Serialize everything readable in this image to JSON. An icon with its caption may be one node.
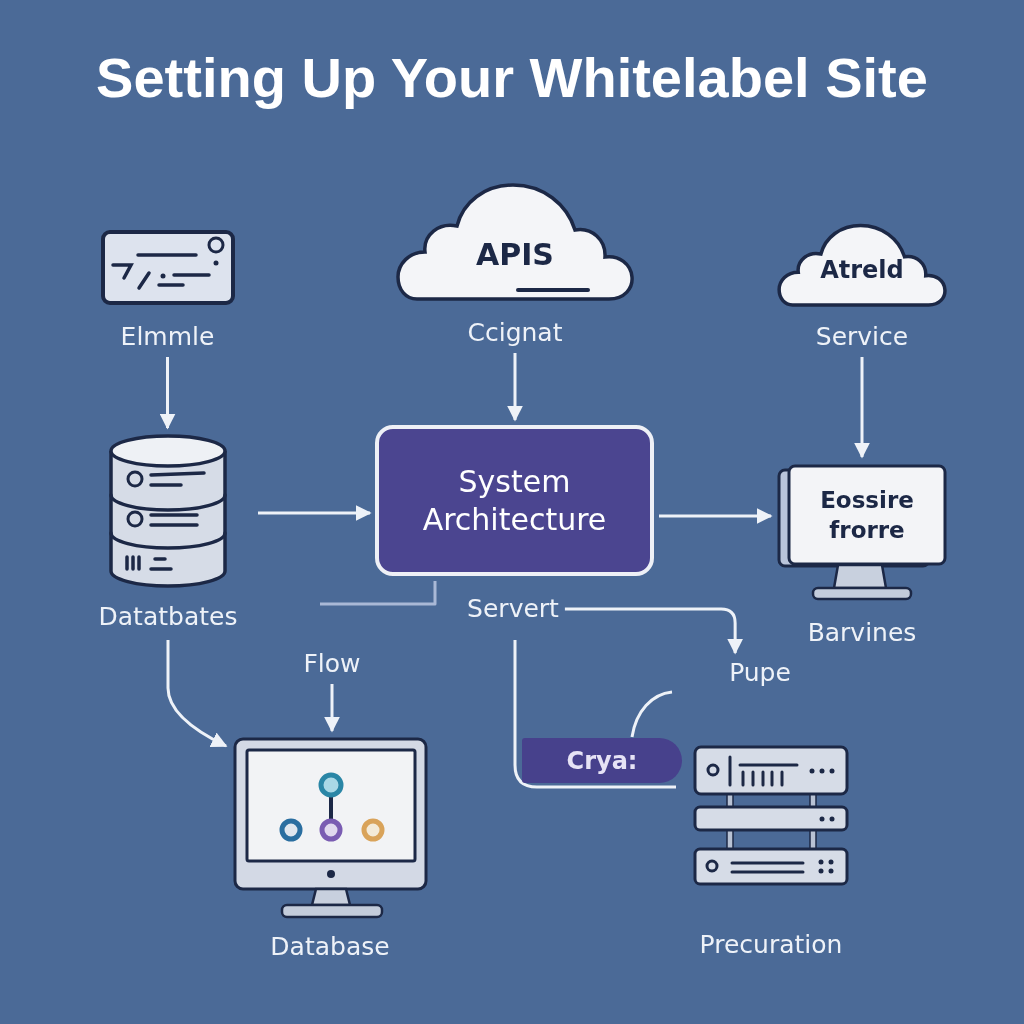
{
  "diagram": {
    "title": "Setting Up Your Whitelabel Site",
    "nodes": [
      {
        "text": [
          "Elmmle"
        ]
      },
      {
        "text": [
          "Datatbates"
        ]
      },
      {
        "text": [
          "APIS",
          "Ccignat"
        ]
      },
      {
        "text": [
          "Atreld",
          "Service"
        ]
      },
      {
        "text": [
          "System Architecture"
        ]
      },
      {
        "text": [
          "Servert"
        ]
      },
      {
        "text": [
          "Eossire frorre",
          "Barvines"
        ]
      },
      {
        "text": [
          "Flow"
        ]
      },
      {
        "text": [
          "Pupe"
        ]
      },
      {
        "text": [
          "Database"
        ]
      },
      {
        "text": [
          "Crya:"
        ]
      },
      {
        "text": [
          "Precuration"
        ]
      }
    ],
    "edges": [
      {
        "from": 0,
        "to": 1,
        "arrow": "to"
      },
      {
        "from": 2,
        "to": 4,
        "arrow": "to"
      },
      {
        "from": 3,
        "to": 6,
        "arrow": "to"
      },
      {
        "from": 1,
        "to": 4,
        "arrow": "to"
      },
      {
        "from": 4,
        "to": 6,
        "arrow": "to"
      },
      {
        "from": 4,
        "to": null,
        "arrow": "none",
        "color": "#a9b8d6"
      },
      {
        "from": 1,
        "to": 9,
        "arrow": "to"
      },
      {
        "from": 7,
        "to": 9,
        "arrow": "to"
      },
      {
        "from": 5,
        "to": 8,
        "arrow": "to"
      },
      {
        "from": 5,
        "to": 10,
        "arrow": "none"
      },
      {
        "from": 10,
        "to": null,
        "arrow": "none"
      }
    ]
  }
}
